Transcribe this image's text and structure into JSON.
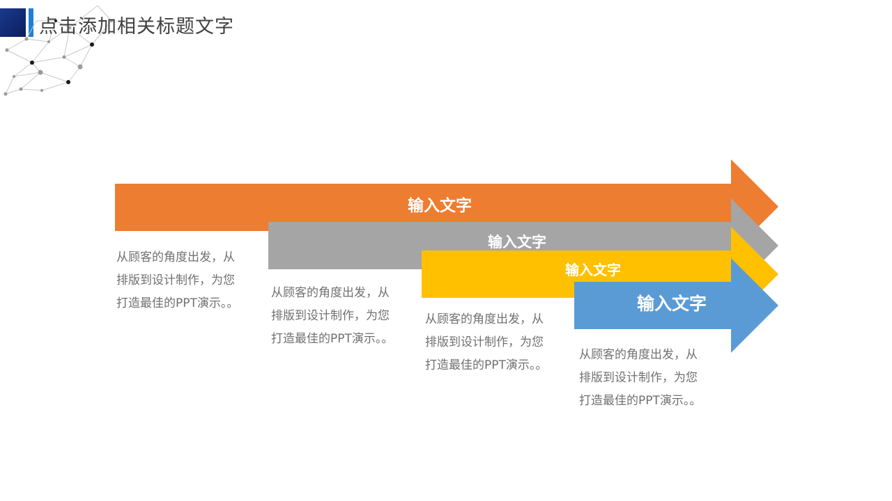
{
  "header": {
    "title": "点击添加相关标题文字"
  },
  "steps": [
    {
      "label": "输入文字",
      "color": "#ED7D31",
      "desc_lines": [
        "从顾客的角度出发，从",
        "排版到设计制作，为您",
        "打造最佳的PPT演示。。"
      ]
    },
    {
      "label": "输入文字",
      "color": "#A5A5A5",
      "desc_lines": [
        "从顾客的角度出发，从",
        "排版到设计制作，为您",
        "打造最佳的PPT演示。。"
      ]
    },
    {
      "label": "输入文字",
      "color": "#FFC000",
      "desc_lines": [
        "从顾客的角度出发，从",
        "排版到设计制作，为您",
        "打造最佳的PPT演示。。"
      ]
    },
    {
      "label": "输入文字",
      "color": "#5B9BD5",
      "desc_lines": [
        "从顾客的角度出发，从",
        "排版到设计制作，为您",
        "打造最佳的PPT演示。。"
      ]
    }
  ]
}
